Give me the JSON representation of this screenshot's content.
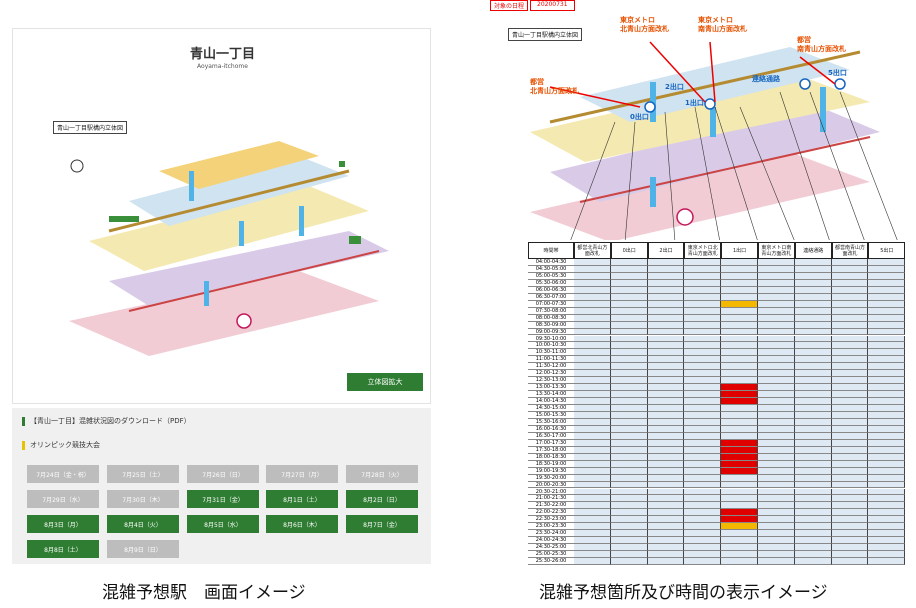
{
  "left": {
    "station_title": "青山一丁目",
    "station_roman": "Aoyama-itchome",
    "map_label": "青山一丁目駅構内立体図",
    "zoom_button": "立体図拡大",
    "download_link": "【青山一丁目】混雑状況図のダウンロード（PDF）",
    "olympic_label": "オリンピック競技大会",
    "dates": [
      {
        "label": "7月24日（金・祝）",
        "active": false
      },
      {
        "label": "7月25日（土）",
        "active": false
      },
      {
        "label": "7月26日（日）",
        "active": false
      },
      {
        "label": "7月27日（月）",
        "active": false
      },
      {
        "label": "7月28日（火）",
        "active": false
      },
      {
        "label": "7月29日（水）",
        "active": false
      },
      {
        "label": "7月30日（木）",
        "active": false
      },
      {
        "label": "7月31日（金）",
        "active": true
      },
      {
        "label": "8月1日（土）",
        "active": true
      },
      {
        "label": "8月2日（日）",
        "active": true
      },
      {
        "label": "8月3日（月）",
        "active": true
      },
      {
        "label": "8月4日（火）",
        "active": true
      },
      {
        "label": "8月5日（水）",
        "active": true
      },
      {
        "label": "8月6日（木）",
        "active": true
      },
      {
        "label": "8月7日（金）",
        "active": true
      },
      {
        "label": "8月8日（土）",
        "active": true
      },
      {
        "label": "8月9日（日）",
        "active": false
      }
    ],
    "colors": {
      "active": "#2e7d32",
      "inactive": "#bdbdbd"
    }
  },
  "right": {
    "stamp_label": "対象の日程",
    "stamp_value": "20200731",
    "callouts": [
      "東京メトロ\n北青山方面改札",
      "東京メトロ\n南青山方面改札",
      "都営\n南青山方面改札",
      "都営\n北青山方面改札",
      "連絡通路",
      "5出口",
      "2出口",
      "1出口",
      "0出口"
    ],
    "table_headers": [
      "時間帯",
      "都営北青山方面改札",
      "0出口",
      "2出口",
      "東京メトロ北青山方面改札",
      "1出口",
      "東京メトロ南青山方面改札",
      "連絡通路",
      "都営南青山方面改札",
      "5出口"
    ],
    "time_slots": [
      "04:00-04:30",
      "04:30-05:00",
      "05:00-05:30",
      "05:30-06:00",
      "06:00-06:30",
      "06:30-07:00",
      "07:00-07:30",
      "07:30-08:00",
      "08:00-08:30",
      "08:30-09:00",
      "09:00-09:30",
      "09:30-10:00",
      "10:00-10:30",
      "10:30-11:00",
      "11:00-11:30",
      "11:30-12:00",
      "12:00-12:30",
      "12:30-13:00",
      "13:00-13:30",
      "13:30-14:00",
      "14:00-14:30",
      "14:30-15:00",
      "15:00-15:30",
      "15:30-16:00",
      "16:00-16:30",
      "16:30-17:00",
      "17:00-17:30",
      "17:30-18:00",
      "18:00-18:30",
      "18:30-19:00",
      "19:00-19:30",
      "19:30-20:00",
      "20:00-20:30",
      "20:30-21:00",
      "21:00-21:30",
      "21:30-22:00",
      "22:00-22:30",
      "22:30-23:00",
      "23:00-23:30",
      "23:30-24:00",
      "24:00-24:30",
      "24:30-25:00",
      "25:00-25:30",
      "25:30-26:00"
    ],
    "congestion": {
      "column": "1出口",
      "yellow_slots": [
        "07:00-07:30",
        "23:00-23:30"
      ],
      "red_slots": [
        "13:00-13:30",
        "13:30-14:00",
        "14:00-14:30",
        "17:00-17:30",
        "17:30-18:00",
        "18:00-18:30",
        "18:30-19:00",
        "19:00-19:30",
        "22:00-22:30",
        "22:30-23:00"
      ]
    },
    "colors": {
      "red": "#e00000",
      "yellow": "#f5b800",
      "cell": "#dfe9f3"
    }
  },
  "captions": {
    "left": "混雑予想駅　画面イメージ",
    "right": "混雑予想箇所及び時間の表示イメージ"
  }
}
